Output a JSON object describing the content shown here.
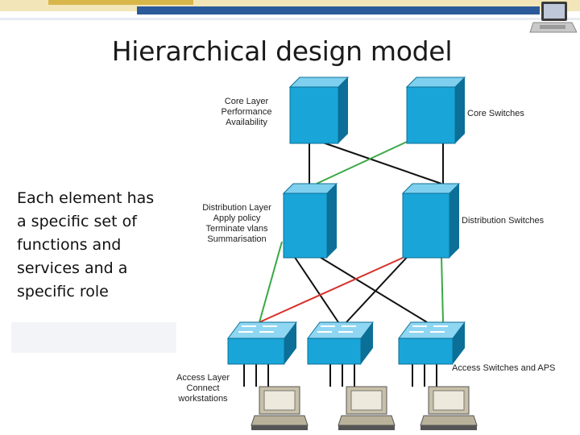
{
  "slide": {
    "title": "Hierarchical design model",
    "body_lines": [
      "Each element has",
      "a specific set of",
      "functions and",
      "services and a",
      "specific role"
    ]
  },
  "diagram": {
    "core_label_lines": [
      "Core Layer",
      "Performance",
      "Availability"
    ],
    "core_right_label": "Core Switches",
    "distribution_label_lines": [
      "Distribution Layer",
      "Apply policy",
      "Terminate vlans",
      "Summarisation"
    ],
    "distribution_right_label": "Distribution Switches",
    "access_label_lines": [
      "Access Layer",
      "Connect",
      "workstations"
    ],
    "access_right_label": "Access Switches and APS"
  },
  "colors": {
    "header_band": "#f0e0a8",
    "header_accent": "#2a5a9a",
    "device_blue": "#1aa5d8",
    "device_dark": "#0c6f97",
    "link_black": "#111111",
    "link_green": "#3aa845",
    "link_red": "#d8302a",
    "workstation": "#c8c0a8"
  }
}
